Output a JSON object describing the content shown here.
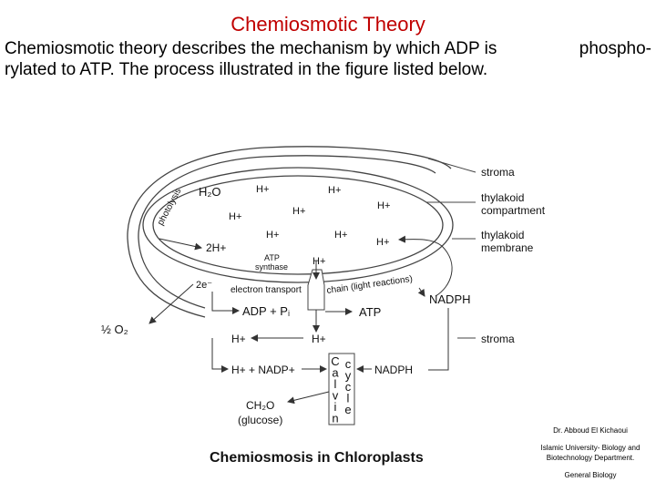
{
  "title": "Chemiosmotic Theory",
  "intro": {
    "line1_left": "Chemiosmotic theory describes the mechanism by which ADP is",
    "line1_right": "phospho-",
    "line2": "rylated to ATP. The process illustrated in the figure listed below."
  },
  "diagram": {
    "labels": {
      "stroma_top": "stroma",
      "thylakoid_compartment_1": "thylakoid",
      "thylakoid_compartment_2": "compartment",
      "thylakoid_membrane_1": "thylakoid",
      "thylakoid_membrane_2": "membrane",
      "stroma_bottom": "stroma",
      "photolysis": "photolysis",
      "h2o": "H₂O",
      "two_h": "2H+",
      "two_e": "2e⁻",
      "half_o2": "½ O₂",
      "atp_synthase_1": "ATP",
      "atp_synthase_2": "synthase",
      "electron_transport": "electron transport",
      "chain": "chain (light reactions)",
      "nadph_right": "NADPH",
      "adp_pi": "ADP + Pᵢ",
      "atp": "ATP",
      "h_left": "H+",
      "h_center": "H+",
      "h_nadp": "H+ + NADP+",
      "nadph_bottom": "NADPH",
      "calvin": [
        "C",
        "a",
        "l",
        "v",
        "i",
        "n"
      ],
      "cycle": [
        "c",
        "y",
        "c",
        "l",
        "e"
      ],
      "ch2o": "CH₂O",
      "glucose": "(glucose)",
      "h_plus": "H+"
    },
    "caption": "Chemiosmosis in Chloroplasts"
  },
  "credits": {
    "author": "Dr. Abboud El Kichaoui",
    "affiliation": "Islamic University- Biology and Biotechnology Department.",
    "course": "General Biology"
  }
}
